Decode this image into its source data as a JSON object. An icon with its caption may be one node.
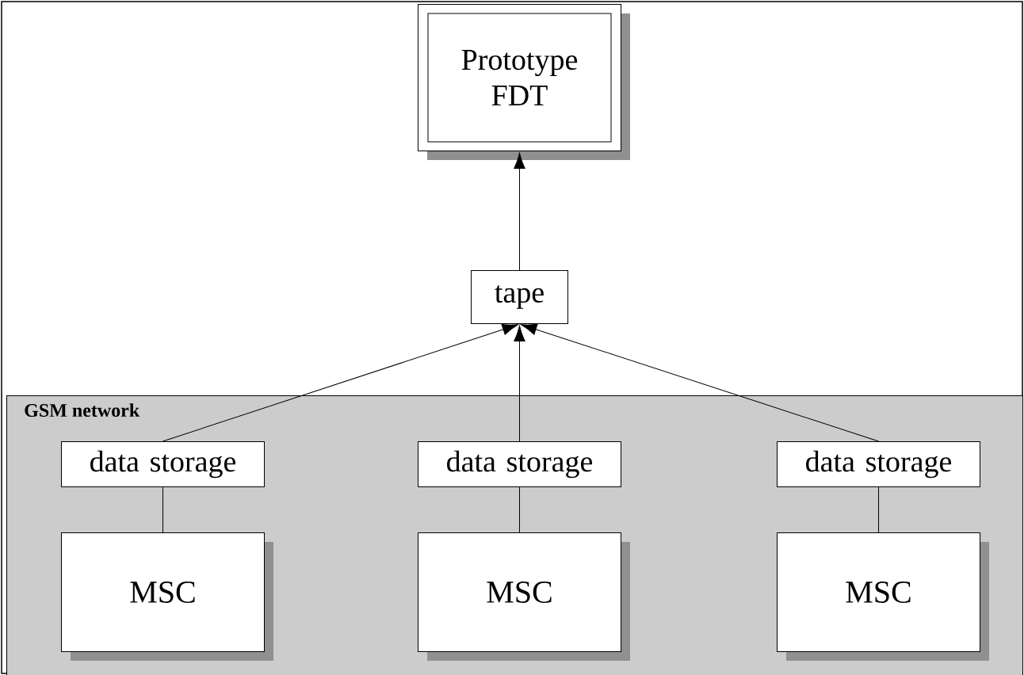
{
  "diagram": {
    "nodes": [
      {
        "text": [
          "Prototype FDT"
        ]
      },
      {
        "text": [
          "tape"
        ]
      },
      {
        "text": [
          "GSM network"
        ]
      },
      {
        "text": [
          "data storage"
        ],
        "in": 2
      },
      {
        "text": [
          "data storage"
        ],
        "in": 2
      },
      {
        "text": [
          "data storage"
        ],
        "in": 2
      },
      {
        "text": [
          "MSC"
        ],
        "in": 2
      },
      {
        "text": [
          "MSC"
        ],
        "in": 2
      },
      {
        "text": [
          "MSC"
        ],
        "in": 2
      }
    ],
    "edges": [
      {
        "from": 1,
        "to": 0,
        "arrow": "to"
      },
      {
        "from": 3,
        "to": 1,
        "arrow": "to"
      },
      {
        "from": 4,
        "to": 1,
        "arrow": "to"
      },
      {
        "from": 5,
        "to": 1,
        "arrow": "to"
      },
      {
        "from": 3,
        "to": 6,
        "arrow": "none"
      },
      {
        "from": 4,
        "to": 7,
        "arrow": "none"
      },
      {
        "from": 5,
        "to": 8,
        "arrow": "none"
      }
    ]
  }
}
